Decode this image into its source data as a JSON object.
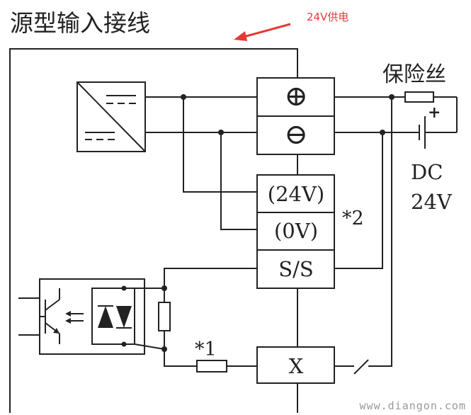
{
  "title": "源型输入接线",
  "annotation_supply": "24V供电",
  "terminals": {
    "plus": "⊕",
    "minus": "⊖",
    "v24": "(24V)",
    "v0": "(0V)",
    "ss": "S/S",
    "x": "X"
  },
  "labels": {
    "fuse": "保险丝",
    "dc_line1": "DC",
    "dc_line2": "24V",
    "note2": "*2",
    "note1": "*1",
    "battery_plus": "+",
    "watermark": "www.diangon.com"
  },
  "colors": {
    "annotation": "#e53935",
    "line": "#222222"
  }
}
